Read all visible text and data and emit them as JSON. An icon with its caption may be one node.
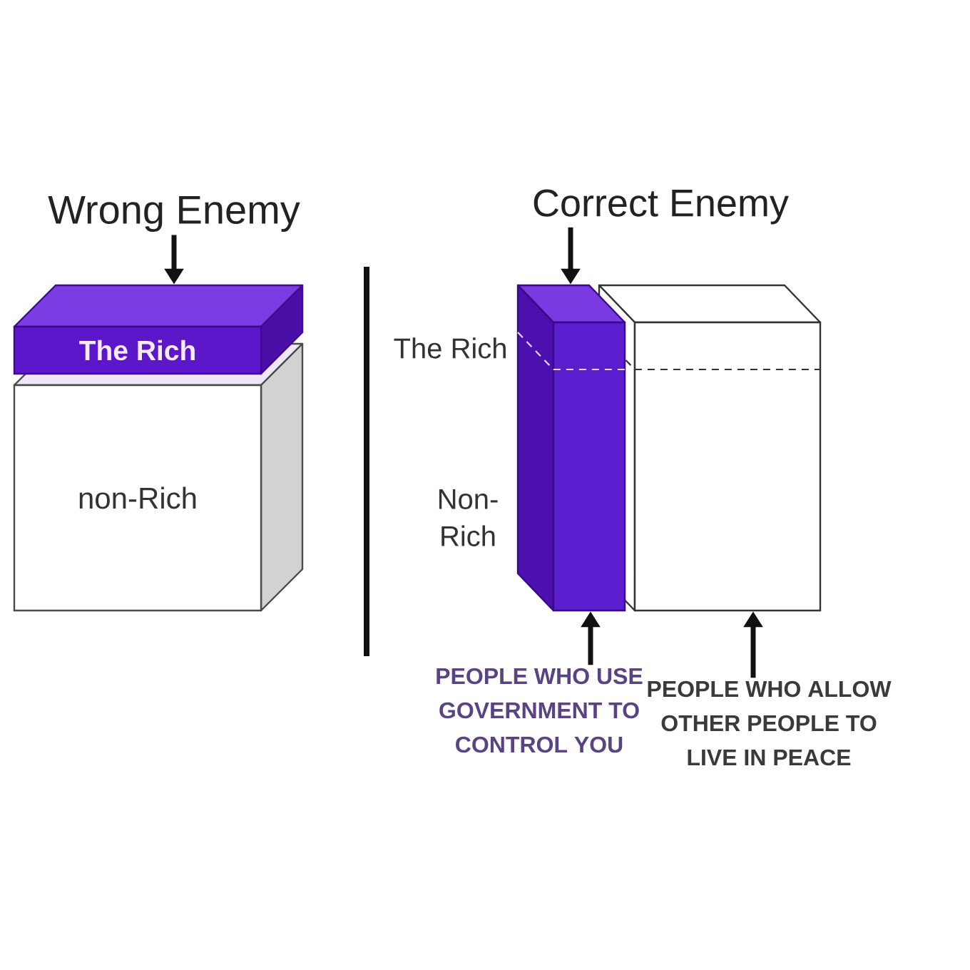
{
  "diagram": {
    "nodes": [
      {
        "text": [
          "Wrong Enemy"
        ]
      },
      {
        "text": [
          "The Rich"
        ]
      },
      {
        "text": [
          "non-Rich"
        ]
      },
      {
        "text": [
          "Correct Enemy"
        ]
      },
      {
        "text": [],
        "shape": "box"
      },
      {
        "text": [],
        "shape": "box"
      },
      {
        "text": [
          "PEOPLE WHO USE GOVERNMENT TO CONTROL YOU"
        ]
      },
      {
        "text": [
          "PEOPLE WHO ALLOW OTHER PEOPLE TO LIVE IN PEACE"
        ]
      }
    ],
    "edges": [
      {
        "from": 0,
        "to": 1,
        "arrow": "to"
      },
      {
        "from": 3,
        "to": 4,
        "arrow": "to"
      },
      {
        "from": 6,
        "to": 4,
        "arrow": "to"
      },
      {
        "from": 7,
        "to": 5,
        "arrow": "to"
      }
    ],
    "labels": [
      "The Rich",
      "Non- Rich"
    ]
  }
}
